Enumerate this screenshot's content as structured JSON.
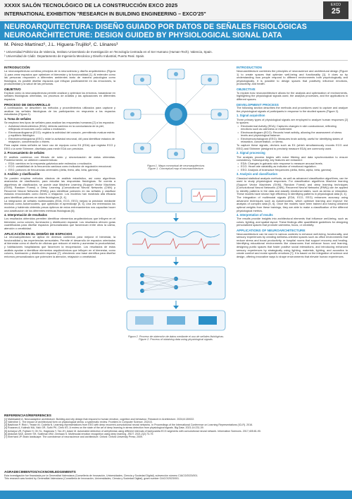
{
  "header": {
    "line1": "XXXIX SALÓN TECNOLÓGICO DE LA CONSTRUCCIÓN EXCO 2025",
    "line2": "INTERNATIONAL EXHIBITION \"RESEARCH IN BUILDING ENGINEERING – EXCO'25\"",
    "logo_top": "EXCO",
    "logo_year": "25"
  },
  "title": {
    "es": "NEUROARQUITECTURA: DISEÑO GUIADO POR DATOS DE SEÑALES FISIOLÓGICAS",
    "en": "NEUROARCHITECTURE: DESIGN GUIDED BY PHYSIOLOGICAL SIGNAL DATA"
  },
  "authors": "M. Pérez-Martínez¹, J.L. Higuera-Trujillo², C. Llinares¹",
  "affiliations": [
    "¹ Universidad Politécnica de Valencia, Instituto Universitario de Investigación en Tecnología Centrada en el Ser Humano (Human-Tech). Valencia, Spain.",
    "² Universidad de Cádiz. Departamento de Ingeniería Mecánica y Diseño Industrial, Puerto Real. Spain."
  ],
  "left": {
    "intro_h": "INTRODUCCIÓN",
    "intro_p": "La neuroarquitectura combina principios de la neurociencia y diseño arquitectónico (Figura 1) para crear espacios que optimicen el bienestar y la funcionalidad [1]. Al entender cómo las personas responden a diferentes ambientes tanto de manera psicológica como fisiológica, es posible diseñar espacios que influyan positivamente en las emociones, la productividad y la salud de las personas.",
    "obj_h": "OBJETIVO",
    "obj_p": "Explicar cómo la neuroarquitectura permite analizar y optimizar los entornos, basándose en señales fisiológicas obtenidas, los procesos de análisis y las aplicaciones en diferentes espacios.",
    "proc_h": "PROCESO DE DESARROLLO",
    "proc_p": "A continuación, se describen los métodos y procedimientos utilizados para capturar y analizar las señales fisiológicas de los participantes en respuesta a los espacios estudiados (Figura 2).",
    "s1_h": "1. Toma de señales",
    "s1_p": "Se emplean tres tipos de señales para analizar las respuestas humanas [2] a los espacios:",
    "s1_items": [
      "Actividad electrodérmica (EDA): detecta cambios en la conductancia de la piel, reflejando emociones como calma o excitación.",
      "Electrocardiograma (ECG): registra la actividad del corazón, permitiendo evaluar estrés y equilibrio fisiológico.",
      "Electroencefalograma (EEG): mide la actividad neuronal, útil para identificar estados de relajación, concentración o estrés."
    ],
    "s1_after": "Para captar estas señales se hace uso de equipos como E4 (EDA) que registra ECG y EEG o la serie Shimmer, diseñada para medir EDA con precisión.",
    "s2_h": "2. Procesamiento de señales",
    "s2_p": "El análisis comienza con filtrado de ruido y sincronización de datos obtenidas. Posteriormente, se obtienen características:",
    "s2_items": [
      "EDA: cambios en la respuesta galvánica ante estímulos o excitación.",
      "ECG: variabilidad de la frecuencia cardíaca como indicador de regulación emocional.",
      "EEG: patrones de frecuencias cerebrales (delta, theta, alfa, beta, gamma)."
    ],
    "s3_h": "3. Análisis y clasificación",
    "s3_p1": "Se pueden emplear métodos clásicos de análisis estadístico, así como algoritmos avanzados de clasificación, para estudiar las respuestas fisiológicas. Se cuenta a algoritmos de clasificación, se puede usar Machine Learning (Support Vector Machines (SVM), Random Forest) o Deep Learning (Convolutional Neural Networks (CNN) y Recurrent Neural Networks (RNN)) para identificar patrones en las señales y clasificar estados emocionales como estrés o relajación. Los modelos han mostrado alta eficacia para identificar patrones en datos fisiológicos [3, 4].",
    "s3_p2": "La integración de señales multimodales (EDA, ECG, EEG) mejora la precisión mediante técnicas como Autoencoders, que optimizan el aprendizaje [5, 6]. Una vez entrenados los modelos y habiendo obtenido pesos óptimos de estos entrenamientos nos capacitan hacer una clasificación de los diferentes métricas fisiológicas [6].",
    "s4_h": "4. Interpretación de resultados",
    "s4_p": "Los resultados obtenidos permiten identificar elementos arquitectónicos que influyen en el bienestar, como colores, iluminación y distribución espacial. Los resultados ofrecen guías cuantificadas para diseñar espacios personalizados que favorezcan entre otros la calma, atención o creatividad.",
    "app_h": "APLICACIÓN EN EL DISEÑO DE ESPACIOS",
    "app_p": "La neuroarquitectura se aplica en diversos contextos para mejorar el bienestar, la funcionalidad y las experiencias sensoriales. Permite el desarrollo de espacios orientados al bienestar como el diseño de oficinas que reducen el estrés y aumentan la productividad, y habitaciones hospitalarias que favorecen la recuperación. Los resultados de estos análisis ayudan a identificar elementos arquitectónicos que influyen en el bienestar, como colores, iluminación y distribución espacial [7], ofreciendo una base científica para diseñar entornos personalizados que potencien la atención, relajación o creatividad."
  },
  "figures": {
    "fig1_caption": "Figura 1. Mapa conceptual de neuroarquitectura.\nFigure 1. Conceptual map of neuroarchitecture.",
    "fig2_caption": "Figura 2. Proceso de obtención de datos mediante el uso de señales fisiológicas.\nFigure 2. Process of obtaining data using physiological signals."
  },
  "right": {
    "intro_h": "INTRODUCTION",
    "intro_p": "Neuroarchitecture combines the principles of neuroscience and architectural design (Figure 1) to create spaces that optimize well-being and functionality [1]. It does so by understanding how people respond to different environments both psychologically and physiologically, it is possible to design spaces that positively influence emotions, productivity, and health.",
    "obj_h": "OBJECTIVE",
    "obj_p": "To explain how neuroarchitecture allows for the analysis and optimization of environments, highlighting the physiological signals used, the analysis processes, and the applications in different spaces.",
    "dev_h": "DEVELOPMENT PROCESS",
    "dev_p": "The following section describes the methods and procedures used to capture and analyze the physiological signals of participants in response to the studied spaces (Figure 2).",
    "s1_h": "1. Signal acquisition",
    "s1_p": "Three primary types of physiological signals are employed to analyze human responses [2] to spaces:",
    "s1_items": [
      "Electrodermal Activity (EDA): Captures changes in skin conductance, reflecting emotions such as calmness or excitement.",
      "Electrocardiogram (ECG): Records heart activity, allowing the assessment of stress levels and physiological balance.",
      "Electroencephalogram (EEG): Measures brain activity, useful for identifying states of relaxation, concentration, or stress."
    ],
    "s1_after": "To capture these signals, devices such as E4 (which simultaneously records ECG and EEG) and Shimmer (designed to precisely measure EDA) are commonly used.",
    "s2_h": "2. Signal processing",
    "s2_p": "The analysis process begins with noise filtering and data synchronization to ensure consistency. Subsequently, key features are extracted:",
    "s2_items": [
      "EDA: Changes in galvanic skin response to measure arousal levels.",
      "ECG: Heart rate variability as indicator of emotional regulation.",
      "EEG: Analysis of brainwave frequencies (delta, theta, alpha, beta, gamma)."
    ],
    "s3_h": "3. Analysis and classification",
    "s3_p1": "Classical statistical analysis methods, as well as advanced classification algorithms, can be used to study physiological responses. For classification algorithms Machine learning (Support Vector Machines (SVM), Random Forest) and deep learning techniques (Convolutional Neural Networks (CNN), Recurrent Neural Networks (RNN)) can be applied to identify patterns in the data and classify emotional states, such as stress or relaxation. These models have shown high efficiency in identifying patterns in physiological data [3, 4].",
    "s3_p2": "The integration of multimodal signals (EDA, ECG, EEG) enhances accuracy using advanced techniques such as Autoencoders, which optimize learning and improve the analysis of complex data [5, 6]. Once the models have been trained and having obtained optimal weights from these trainings, they are able to make a classification of the different physiological metrics.",
    "s4_h": "4. Interpretation of results",
    "s4_p": "The results provide insights into architectural elements that influence well-being, such as colors, lighting, and spatial layout. These findings offer quantifiable guidelines for designing personalized spaces that promote calmness, focus, or creativity.",
    "app_h": "APPLICATIONS OF NEUROARCHITECTURE",
    "app_p": "Neuroarchitecture can be used in various contexts to enhance well-being, functionality, and sensory experiences by creating wellness-oriented spaces such as office environments that reduce stress and boost productivity, or hospital rooms that support recovery and healing. Identifying educational environments like classrooms that enhance focus and learning, designing public spaces that foster positive social interactions, and introducing enhanced sensory experiences by strategically using lighting, materials, lighting, and acoustics to create comfort and evoke specific emotions [7]. It is based on the integration of science and design, offering innovative ways to shape environments that elevate human experiences."
  },
  "references": {
    "heading": "REFERENCIAS/REFERENCES",
    "items": [
      "[1] Maleksabet A. Neuroadaptive architecture: Building and city design that respond to human emotion, cognition and behaviour. Research in Architecture. 2024;8:130022.",
      "[2] Valentine C. The impact of architectural form on physiological stress: a systematic review. Frontiers in Computer Science. 2024;5.",
      "[3] Bashivan P, Rish I, Yeasin M, Codella N. Learning representations from EEG with deep recurrent-convolutional neural networks. In Proceedings of the International Conference on Learning Representations (ICLR). 2016.",
      "[4] Rozanes A, Kalinski MA, Nick GR, Suthi PK, Chris KS. A review on the state of the art of deep learning in stress detection from physiological signals. Big Data. 2021;14:231-39.",
      "[5] Acharya UR, Fujitam H, Oh SL, Hagiwara Y, Tan JH, Adam M. Automated detection of arrhythmias using different intervals of tachycardia ECG segments with convolutional neural network. Information Sciences. 2017;405:81-90.",
      "[6] Abdullah SAE, Ameer SH, Soleiman MW, Zeehaan S. Multimodal emotion recognition using deep learning. JSDT. 2021;2(2):73-79.",
      "[7] Eberhard JP. Brain landscape: The coexistence of neuroscience and architecture. Oxford: Oxford University Press; 2009."
    ]
  },
  "acknowledgements": {
    "heading": "AGRADECIMIENTOS/ACKNOWLEDGEMENTS",
    "items": [
      "Esta investigación fue financiada por la Generalitat Valenciana (Conselleria de Innovación, Universidades, Ciencia y Sociedad Digital), subvención número CIACO/2023/001.",
      "This research was funded by Generalitat Valenciana (Conselleria de Innovación, Universidades, Ciencia y Sociedad Digital), grant number CIACO/2023/001."
    ]
  }
}
